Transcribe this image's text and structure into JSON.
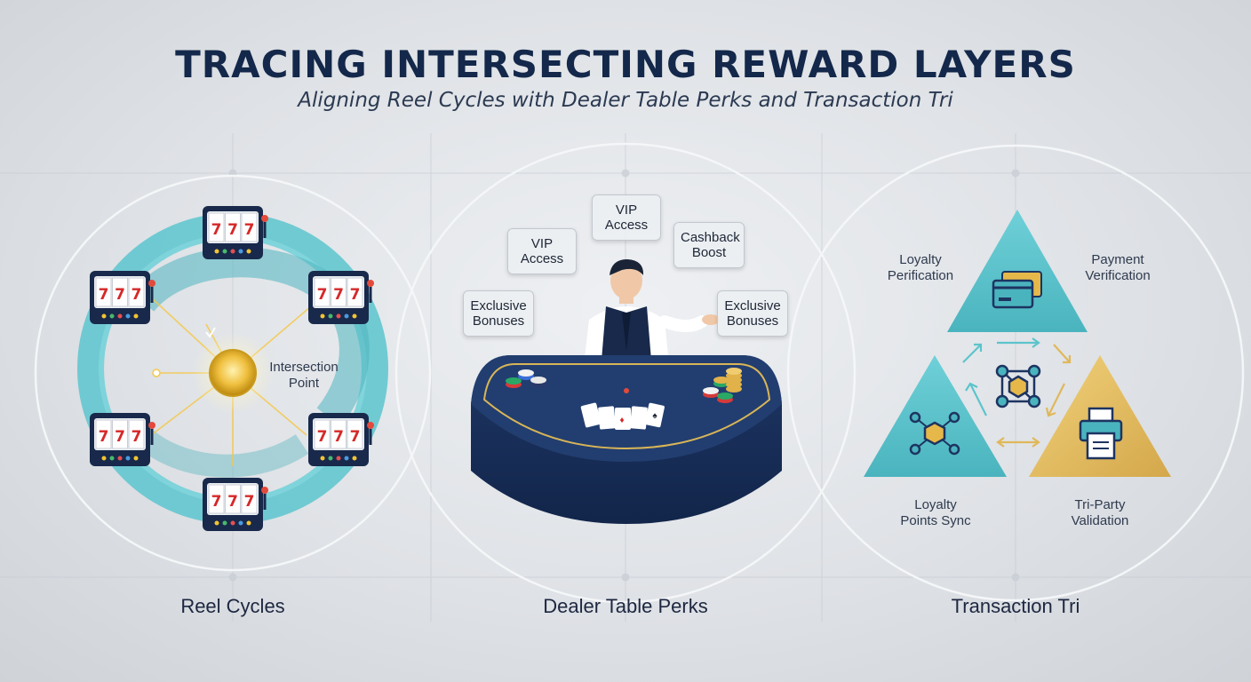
{
  "title": "TRACING INTERSECTING REWARD LAYERS",
  "subtitle": "Aligning Reel Cycles with Dealer Table Perks and Transaction Tri",
  "reel": {
    "label": "Reel Cycles",
    "center_label": "Intersection\nPoint",
    "slot_symbols": "777"
  },
  "dealer": {
    "label": "Dealer Table Perks",
    "perks": [
      "VIP\nAccess",
      "VIP\nAccess",
      "Cashback\nBoost",
      "Exclusive\nBonuses",
      "Exclusive\nBonuses"
    ]
  },
  "transaction": {
    "label": "Transaction Tri",
    "nodes": [
      "Loyalty\nPerification",
      "Payment\nVerification",
      "Loyalty\nPoints Sync",
      "Tri-Party\nValidation"
    ]
  },
  "colors": {
    "navy": "#13284a",
    "teal": "#5cc4cc",
    "gold": "#e0b85a",
    "felt": "#1d3461"
  }
}
